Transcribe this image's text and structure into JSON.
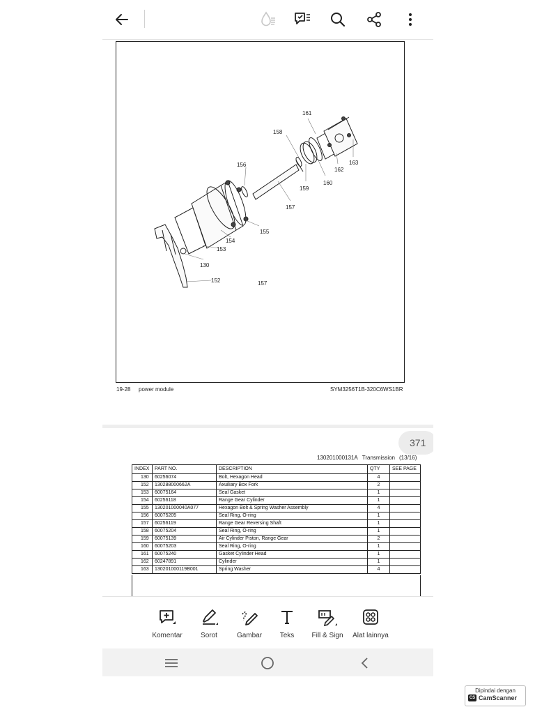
{
  "topbar": {
    "back_icon": "arrow-left-icon",
    "icons": [
      "ink-drop-icon",
      "comment-list-icon",
      "search-icon",
      "share-icon",
      "more-vert-icon"
    ]
  },
  "page1": {
    "callouts": [
      "161",
      "158",
      "156",
      "163",
      "162",
      "160",
      "159",
      "157",
      "155",
      "154",
      "153",
      "130",
      "152",
      "157"
    ],
    "footer_left_num": "19-28",
    "footer_left_title": "power module",
    "footer_right": "SYM3256T1B-320C6WS1BR"
  },
  "page2": {
    "page_number": "371",
    "doc_code": "130201000131A",
    "doc_title": "Transmission",
    "doc_sheet": "(13/16)",
    "columns": [
      "INDEX",
      "PART NO.",
      "DESCRIPTION",
      "QTY",
      "SEE PAGE"
    ],
    "rows": [
      {
        "index": "130",
        "part": "60256074",
        "desc": "Bolt, Hexagon Head",
        "qty": "4",
        "see": ""
      },
      {
        "index": "152",
        "part": "130288000662A",
        "desc": "Axuiliary Box Fork",
        "qty": "2",
        "see": ""
      },
      {
        "index": "153",
        "part": "60075164",
        "desc": "Seal Gasket",
        "qty": "1",
        "see": ""
      },
      {
        "index": "154",
        "part": "60256118",
        "desc": "Range Gear Cylinder",
        "qty": "1",
        "see": ""
      },
      {
        "index": "155",
        "part": "130201000040A077",
        "desc": "Hexagon Bolt & Spring Washer Assembly",
        "qty": "4",
        "see": ""
      },
      {
        "index": "156",
        "part": "60075205",
        "desc": "Seal Ring, O-ring",
        "qty": "1",
        "see": ""
      },
      {
        "index": "157",
        "part": "60256119",
        "desc": "Range Gear Reversing Shaft",
        "qty": "1",
        "see": ""
      },
      {
        "index": "158",
        "part": "60075204",
        "desc": "Seal Ring, O-ring",
        "qty": "1",
        "see": ""
      },
      {
        "index": "159",
        "part": "60075139",
        "desc": "Air Cylinder Piston, Range Gear",
        "qty": "2",
        "see": ""
      },
      {
        "index": "160",
        "part": "60075203",
        "desc": "Seal Ring, O-ring",
        "qty": "1",
        "see": ""
      },
      {
        "index": "161",
        "part": "60075240",
        "desc": "Gasket Cylinder Head",
        "qty": "1",
        "see": ""
      },
      {
        "index": "162",
        "part": "60247891",
        "desc": "Cylinder",
        "qty": "1",
        "see": ""
      },
      {
        "index": "163",
        "part": "130201000119B001",
        "desc": "Spring Washer",
        "qty": "4",
        "see": ""
      }
    ]
  },
  "toolbar": {
    "items": [
      {
        "label": "Komentar",
        "icon": "add-comment-icon"
      },
      {
        "label": "Sorot",
        "icon": "highlighter-icon"
      },
      {
        "label": "Gambar",
        "icon": "draw-pen-icon"
      },
      {
        "label": "Teks",
        "icon": "text-icon"
      },
      {
        "label": "Fill & Sign",
        "icon": "fill-sign-icon"
      },
      {
        "label": "Alat lainnya",
        "icon": "more-tools-icon"
      }
    ]
  },
  "navbar": {
    "icons": [
      "recent-apps-icon",
      "home-icon",
      "back-icon"
    ]
  },
  "watermark": {
    "line1": "Dipindai dengan",
    "logo_text": "CS",
    "brand": "CamScanner"
  },
  "colors": {
    "toolbar_bg": "#ffffff",
    "viewer_bg": "#eeeeee",
    "navbar_bg": "#f2f2f2",
    "icon": "#222222"
  }
}
